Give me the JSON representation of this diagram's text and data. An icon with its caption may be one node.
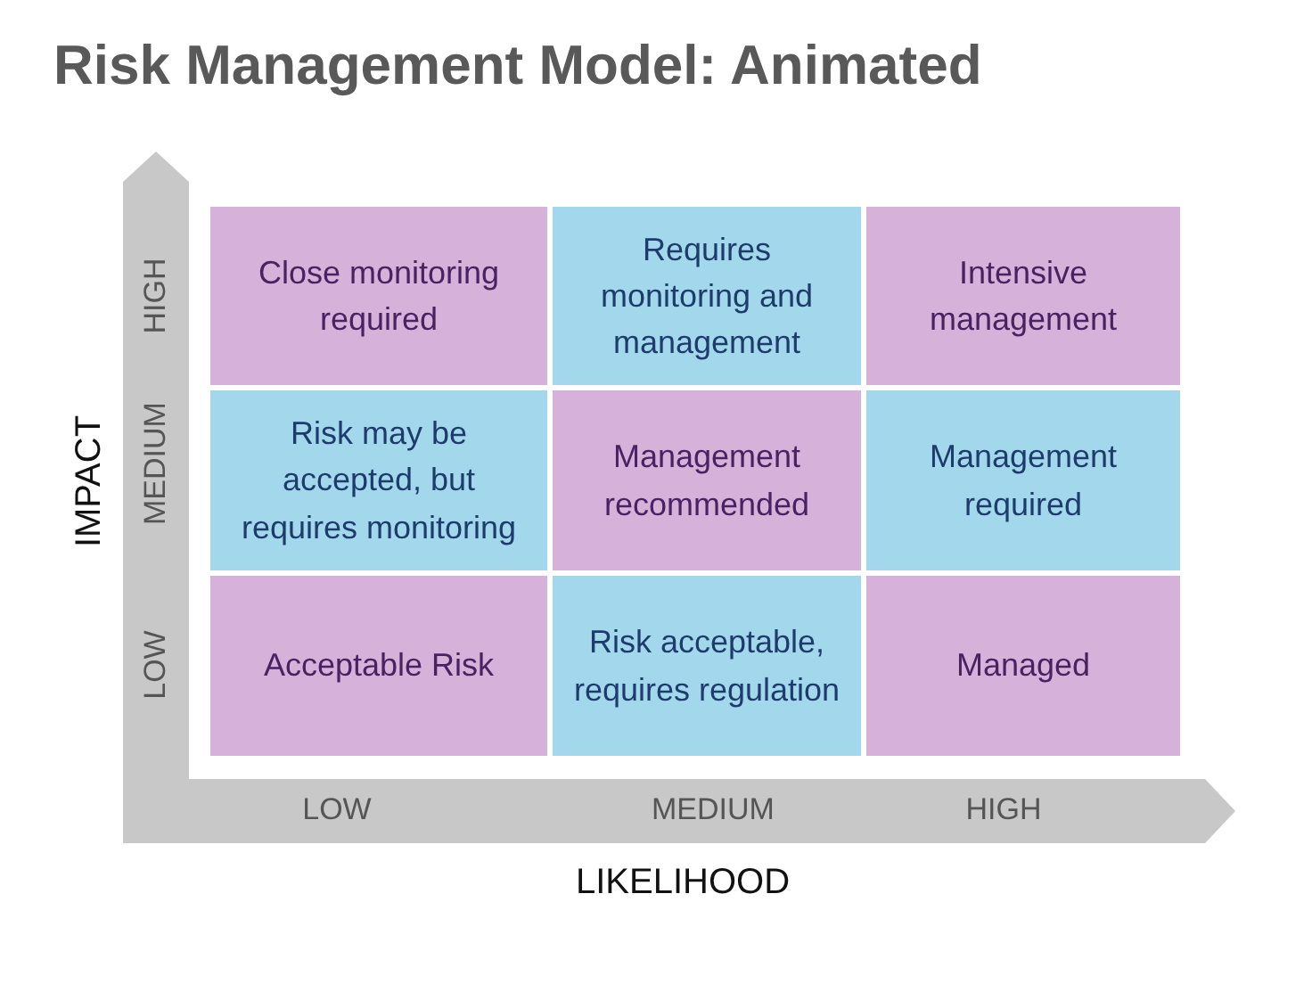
{
  "diagram": {
    "title": "Risk Management Model: Animated",
    "nodes": [
      {
        "text": [
          "Close monitoring required"
        ]
      },
      {
        "text": [
          "Requires monitoring and management"
        ]
      },
      {
        "text": [
          "Intensive management"
        ]
      },
      {
        "text": [
          "Risk may be accepted, but requires monitoring"
        ]
      },
      {
        "text": [
          "Management recommended"
        ]
      },
      {
        "text": [
          "Management required"
        ]
      },
      {
        "text": [
          "Acceptable Risk"
        ]
      },
      {
        "text": [
          "Risk acceptable, requires regulation"
        ]
      },
      {
        "text": [
          "Managed"
        ]
      }
    ],
    "edges": [],
    "labels": [
      "IMPACT",
      "HIGH",
      "MEDIUM",
      "LOW",
      "LOW",
      "MEDIUM",
      "HIGH",
      "LIKELIHOOD"
    ]
  }
}
